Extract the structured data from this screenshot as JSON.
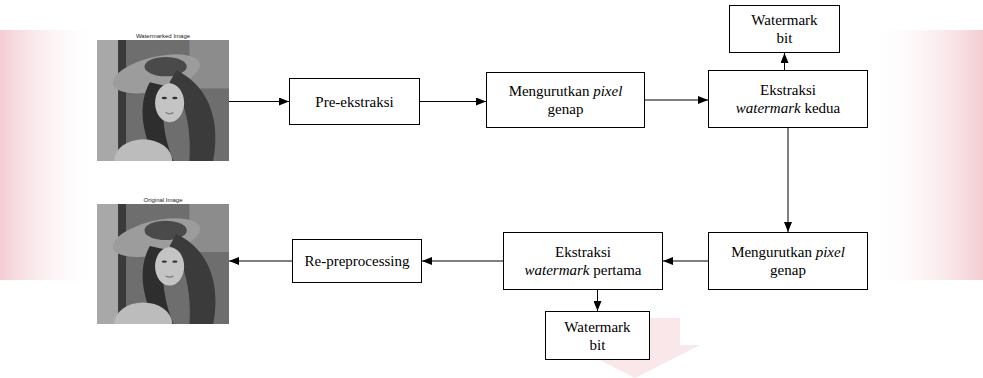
{
  "diagram": {
    "nodes": [
      {
        "text": [
          "Watermarked Image"
        ]
      },
      {
        "text": [
          "Pre-ekstraksi"
        ]
      },
      {
        "text": [
          "Mengurutkan pixel genap"
        ]
      },
      {
        "text": [
          "Ekstraksi watermark kedua"
        ]
      },
      {
        "text": [
          "Watermark bit"
        ]
      },
      {
        "text": [
          "Mengurutkan pixel genap"
        ]
      },
      {
        "text": [
          "Ekstraksi watermark pertama"
        ]
      },
      {
        "text": [
          "Watermark bit"
        ]
      },
      {
        "text": [
          "Re-preprocessing"
        ]
      },
      {
        "text": [
          "Original Image"
        ]
      }
    ],
    "edges": [
      {
        "from": 0,
        "to": 1,
        "arrow": "to"
      },
      {
        "from": 1,
        "to": 2,
        "arrow": "to"
      },
      {
        "from": 2,
        "to": 3,
        "arrow": "to"
      },
      {
        "from": 3,
        "to": 4,
        "arrow": "to"
      },
      {
        "from": 3,
        "to": 5,
        "arrow": "to"
      },
      {
        "from": 5,
        "to": 6,
        "arrow": "to"
      },
      {
        "from": 6,
        "to": 7,
        "arrow": "to"
      },
      {
        "from": 6,
        "to": 8,
        "arrow": "to"
      },
      {
        "from": 8,
        "to": 9,
        "arrow": "to"
      }
    ]
  }
}
